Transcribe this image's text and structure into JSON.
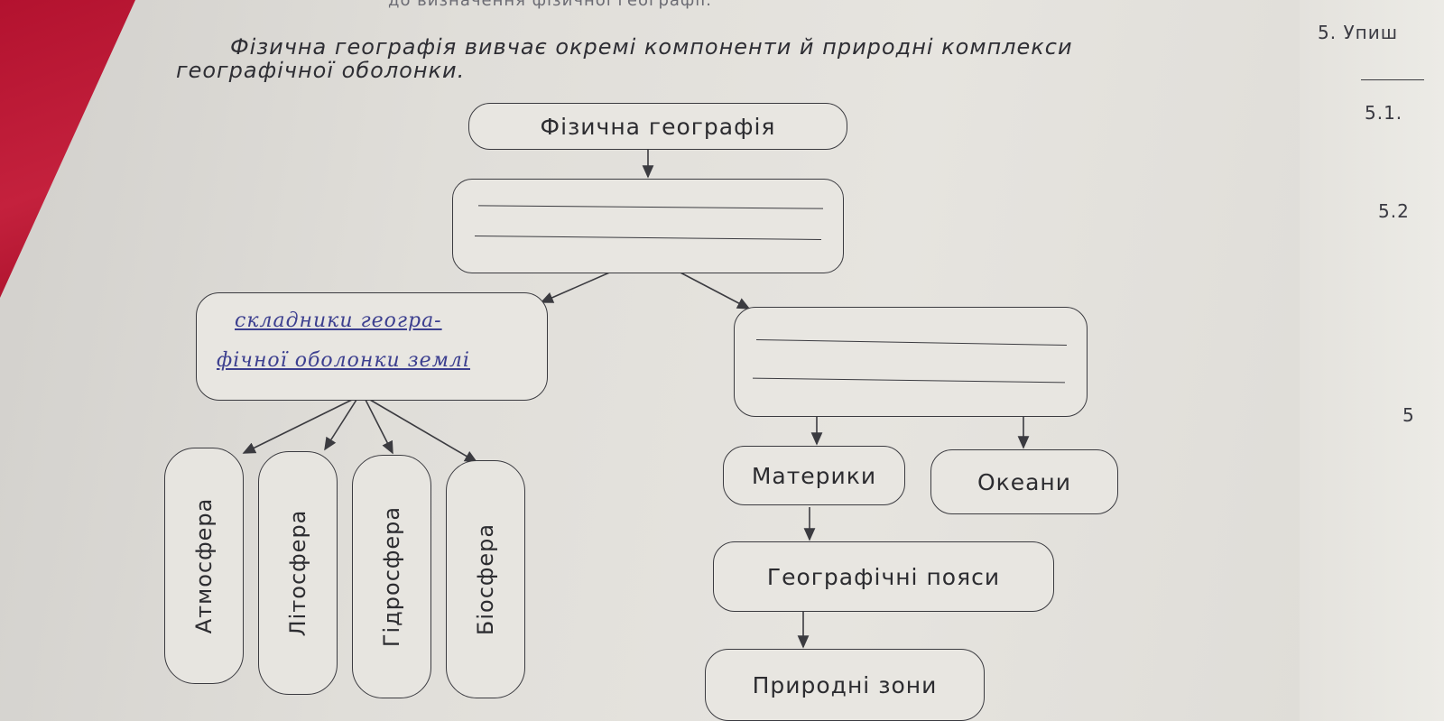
{
  "header": {
    "faded_top": "до визначення фізичної географії.",
    "intro_line1": "Фізична географія вивчає окремі компоненти й природні комплекси",
    "intro_line2": "географічної оболонки."
  },
  "sidebar": {
    "task5": "5. Упиш",
    "task51": "5.1.",
    "task52": "5.2",
    "task5b": "5"
  },
  "diagram": {
    "root": "Фізична географія",
    "handwritten_line1": "складники геогра-",
    "handwritten_line2": "фічної оболонки землі",
    "components": [
      "Атмосфера",
      "Літосфера",
      "Гідросфера",
      "Біосфера"
    ],
    "continents": "Материки",
    "oceans": "Океани",
    "belts": "Географічні пояси",
    "zones": "Природні зони"
  }
}
